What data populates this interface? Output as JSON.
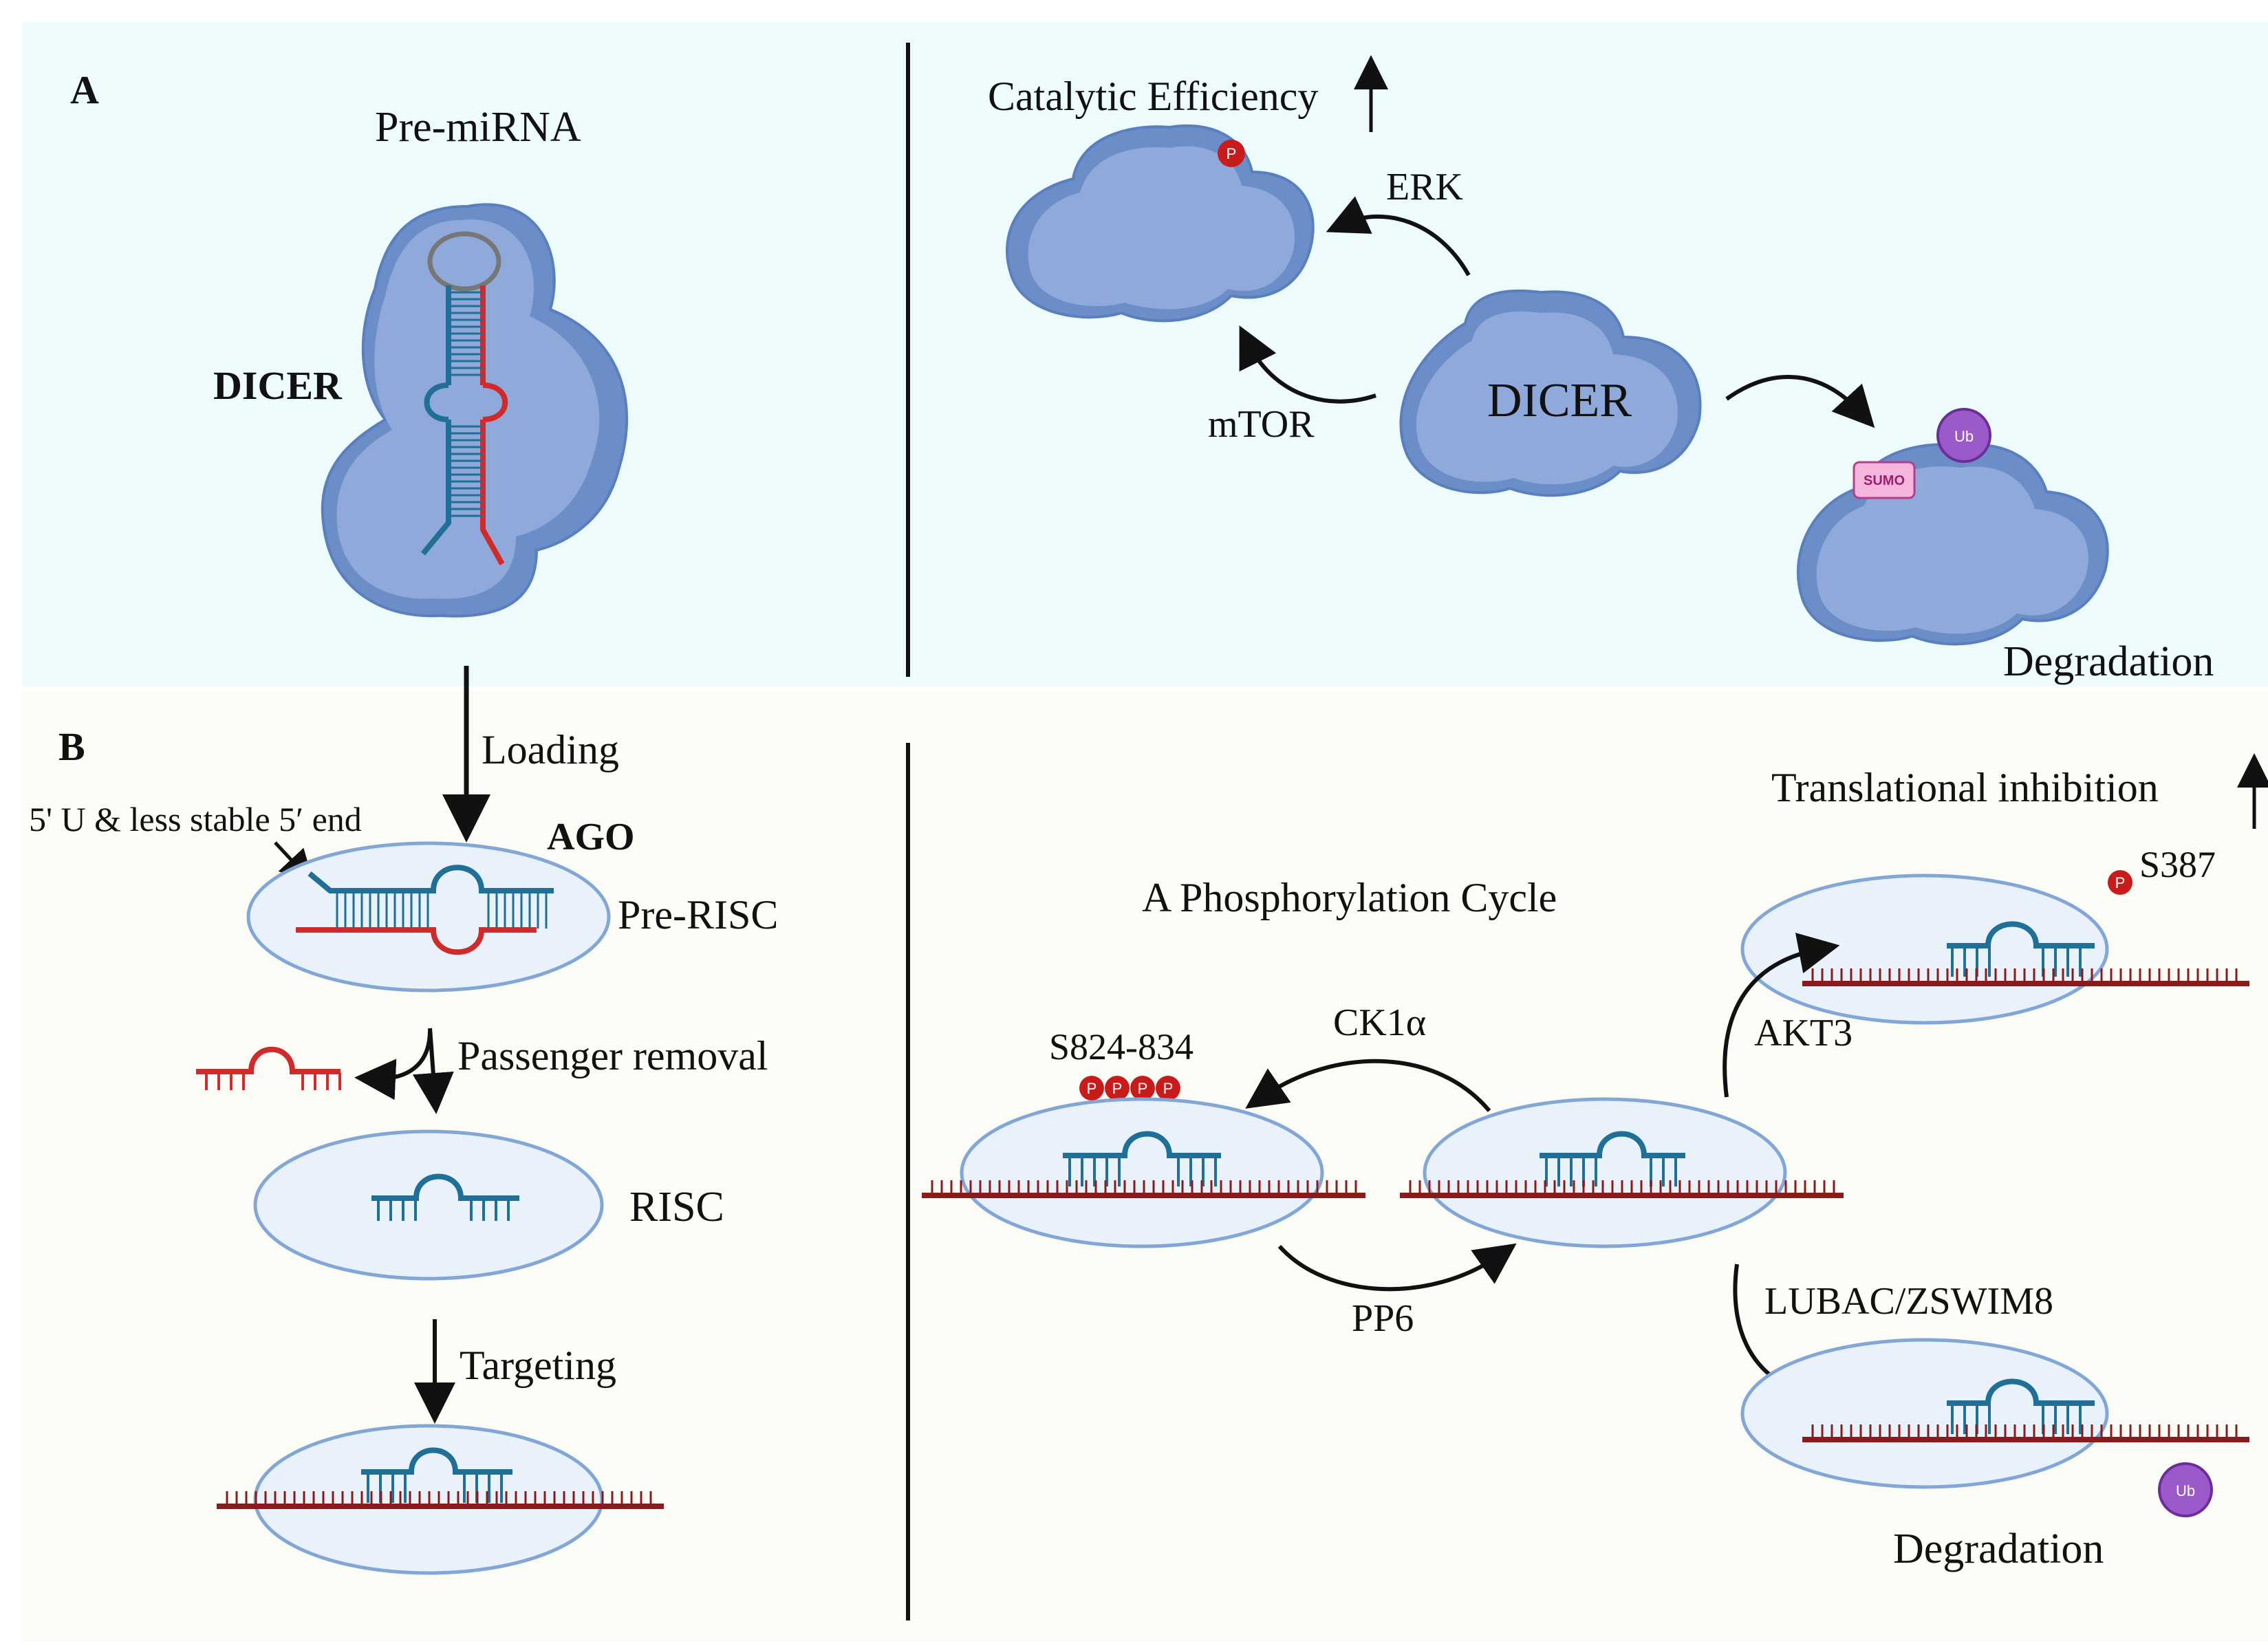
{
  "colors": {
    "panel_a_bg": "#eefbfc",
    "panel_b_bg": "#fbfcf6",
    "dicer_fill": "#8faada",
    "dicer_dark": "#6b8dc8",
    "dicer_stroke": "#5a7fbe",
    "ago_fill": "#e9f2fb",
    "ago_stroke": "#82a7d6",
    "guide_strand": "#1f6f97",
    "passenger_strand": "#d12a2a",
    "mrna": "#8b1a1a",
    "phospho": "#c81b1b",
    "ubiquitin": "#9b59c9",
    "sumo": "#f4b6dc"
  },
  "panel_a": {
    "letter": "A",
    "pre_mirna_label": "Pre-miRNA",
    "dicer_label": "DICER",
    "catalytic_label": "Catalytic Efficiency",
    "erk_label": "ERK",
    "mtor_label": "mTOR",
    "dicer_center_label": "DICER",
    "degradation_label": "Degradation",
    "ub_badge": "Ub",
    "sumo_badge": "SUMO",
    "p_badge": "P"
  },
  "panel_b": {
    "letter": "B",
    "loading_label": "Loading",
    "five_prime_label": "5' U & less stable 5′ end",
    "ago_label": "AGO",
    "pre_risc_label": "Pre-RISC",
    "passenger_label": "Passenger removal",
    "risc_label": "RISC",
    "targeting_label": "Targeting",
    "translational_label": "Translational inhibition",
    "s387_label": "S387",
    "cycle_label": "A Phosphorylation Cycle",
    "s824_label": "S824-834",
    "ck1_label": "CK1α",
    "pp6_label": "PP6",
    "akt3_label": "AKT3",
    "lubac_label": "LUBAC/ZSWIM8",
    "degradation_label": "Degradation",
    "ub_badge": "Ub",
    "p_badge": "P"
  }
}
